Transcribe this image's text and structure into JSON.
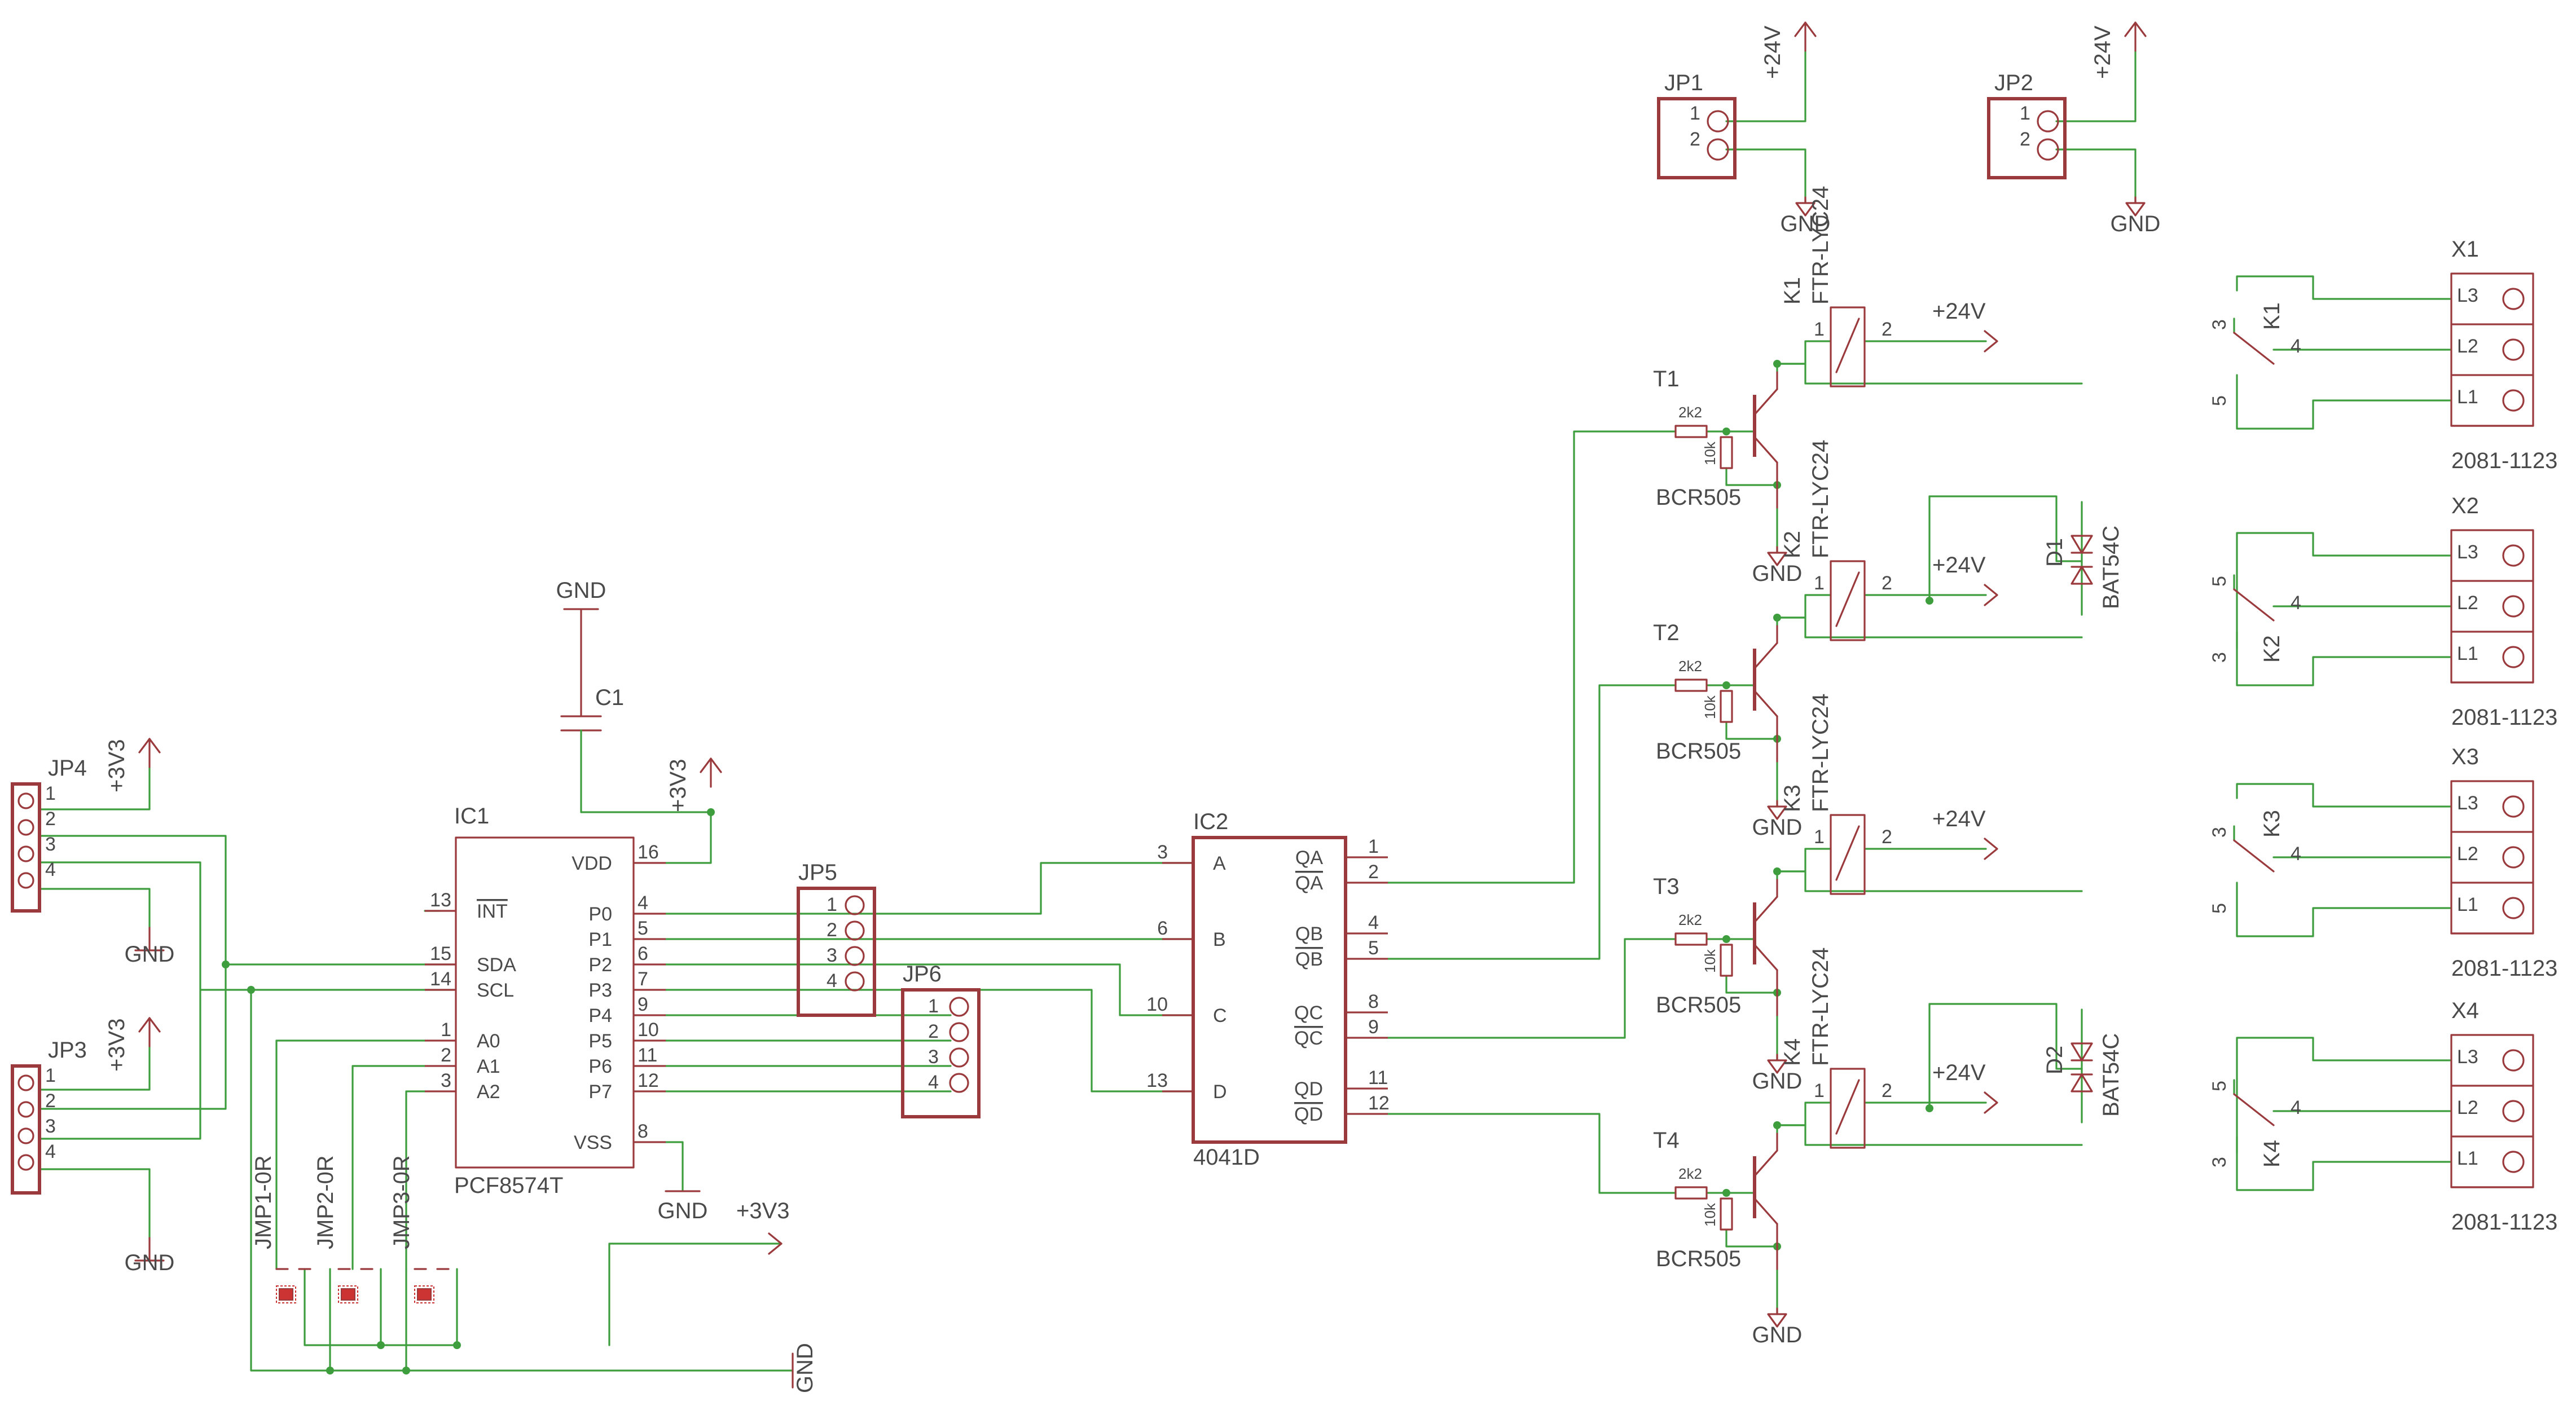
{
  "supplies": {
    "gnd": "GND",
    "v3v3": "+3V3",
    "v24": "+24V"
  },
  "header_pins": [
    "1",
    "2",
    "3",
    "4"
  ],
  "jp12_pins": [
    "1",
    "2"
  ],
  "ic1": {
    "name": "IC1",
    "value": "PCF8574T",
    "left_pins": [
      {
        "num": "13",
        "label": "INT"
      },
      {
        "num": "15",
        "label": "SDA"
      },
      {
        "num": "14",
        "label": "SCL"
      },
      {
        "num": "1",
        "label": "A0"
      },
      {
        "num": "2",
        "label": "A1"
      },
      {
        "num": "3",
        "label": "A2"
      }
    ],
    "right_pins": [
      {
        "num": "16",
        "label": "VDD"
      },
      {
        "num": "4",
        "label": "P0"
      },
      {
        "num": "5",
        "label": "P1"
      },
      {
        "num": "6",
        "label": "P2"
      },
      {
        "num": "7",
        "label": "P3"
      },
      {
        "num": "9",
        "label": "P4"
      },
      {
        "num": "10",
        "label": "P5"
      },
      {
        "num": "11",
        "label": "P6"
      },
      {
        "num": "12",
        "label": "P7"
      },
      {
        "num": "8",
        "label": "VSS"
      }
    ]
  },
  "ic2": {
    "name": "IC2",
    "value": "4041D",
    "left_pins": [
      {
        "num": "3",
        "label": "A"
      },
      {
        "num": "6",
        "label": "B"
      },
      {
        "num": "10",
        "label": "C"
      },
      {
        "num": "13",
        "label": "D"
      }
    ],
    "right_pins": [
      {
        "num": "1",
        "label": "QA"
      },
      {
        "num": "2",
        "label": "QA"
      },
      {
        "num": "4",
        "label": "QB"
      },
      {
        "num": "5",
        "label": "QB"
      },
      {
        "num": "8",
        "label": "QC"
      },
      {
        "num": "9",
        "label": "QC"
      },
      {
        "num": "11",
        "label": "QD"
      },
      {
        "num": "12",
        "label": "QD"
      }
    ]
  },
  "c1": {
    "name": "C1"
  },
  "headers": {
    "jp1": "JP1",
    "jp2": "JP2",
    "jp3": "JP3",
    "jp4": "JP4",
    "jp5": "JP5",
    "jp6": "JP6"
  },
  "jumpers": [
    "JMP1-0R",
    "JMP2-0R",
    "JMP3-0R"
  ],
  "transistors": {
    "names": [
      "T1",
      "T2",
      "T3",
      "T4"
    ],
    "value": "BCR505",
    "r1": "2k2",
    "r2": "10k"
  },
  "relays": {
    "names": [
      "K1",
      "K2",
      "K3",
      "K4"
    ],
    "value": "FTR-LYC24",
    "coil_pins": [
      "1",
      "2"
    ],
    "contact_pins": [
      "3",
      "4",
      "5"
    ]
  },
  "diodes": {
    "names": [
      "D1",
      "D2"
    ],
    "value": "BAT54C"
  },
  "terminals": {
    "names": [
      "X1",
      "X2",
      "X3",
      "X4"
    ],
    "value": "2081-1123",
    "pins": [
      "L3",
      "L2",
      "L1"
    ]
  }
}
